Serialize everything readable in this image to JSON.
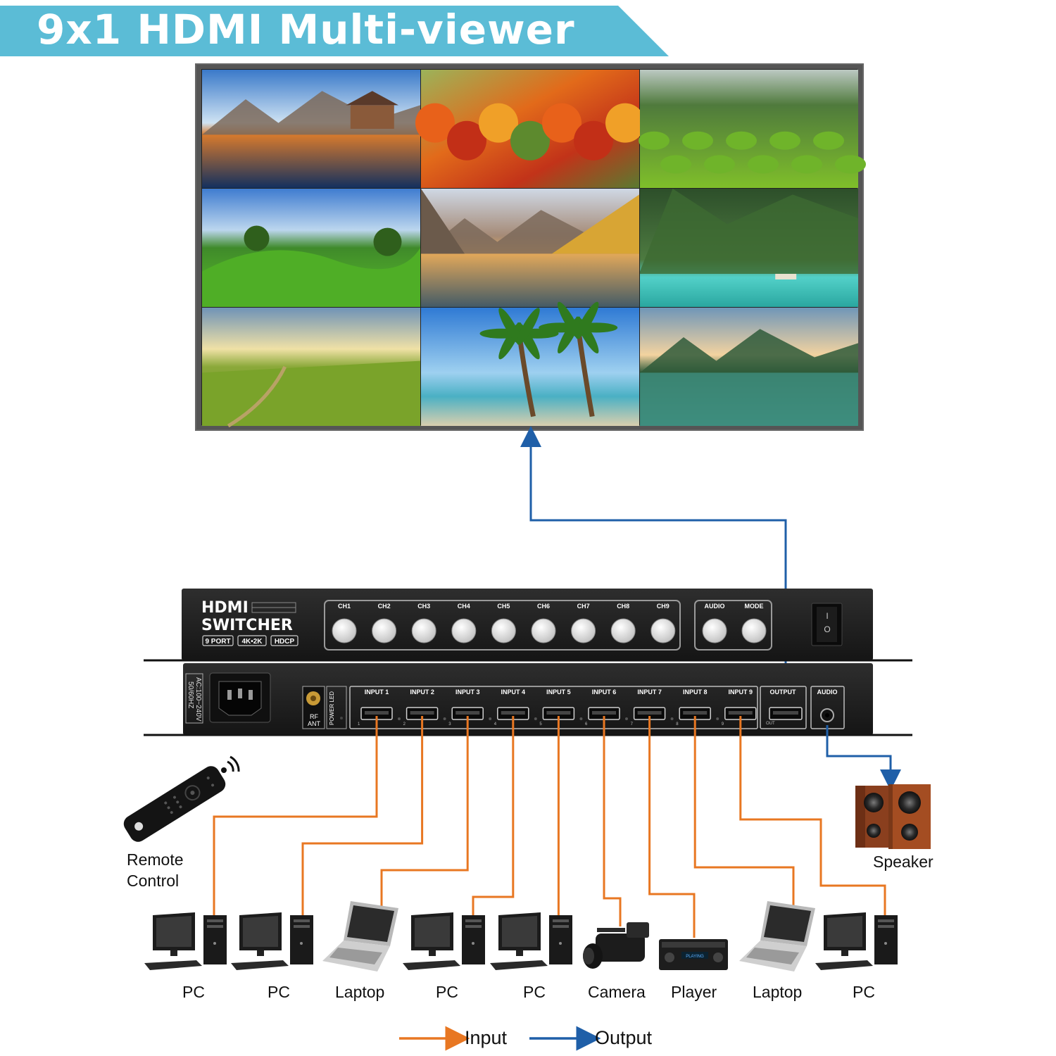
{
  "banner": {
    "title": "9x1 HDMI Multi-viewer",
    "color": "#5bbcd6"
  },
  "switcher": {
    "brand_line1": "HDMI",
    "brand_line2": "SWITCHER",
    "badges": [
      "9 PORT",
      "4K•2K",
      "HDCP"
    ],
    "front_buttons": [
      "CH1",
      "CH2",
      "CH3",
      "CH4",
      "CH5",
      "CH6",
      "CH7",
      "CH8",
      "CH9"
    ],
    "aux_buttons": [
      "AUDIO",
      "MODE"
    ],
    "power_symbols": [
      "I",
      "O"
    ],
    "ac_label_line1": "AC:100~240V",
    "ac_label_line2": "50/60HZ",
    "rf_label_line1": "RF",
    "rf_label_line2": "ANT",
    "power_led_label": "POWER LED",
    "inputs": [
      "INPUT 1",
      "INPUT 2",
      "INPUT 3",
      "INPUT 4",
      "INPUT 5",
      "INPUT 6",
      "INPUT 7",
      "INPUT 8",
      "INPUT 9"
    ],
    "input_numbers": [
      "1",
      "2",
      "3",
      "4",
      "5",
      "6",
      "7",
      "8",
      "9"
    ],
    "output_label": "OUTPUT",
    "output_small": "OUT",
    "audio_label": "AUDIO"
  },
  "devices": [
    {
      "label": "PC",
      "icon": "pc-icon"
    },
    {
      "label": "PC",
      "icon": "pc-icon"
    },
    {
      "label": "Laptop",
      "icon": "laptop-icon"
    },
    {
      "label": "PC",
      "icon": "pc-icon"
    },
    {
      "label": "PC",
      "icon": "pc-icon"
    },
    {
      "label": "Camera",
      "icon": "camera-icon"
    },
    {
      "label": "Player",
      "icon": "player-icon"
    },
    {
      "label": "Laptop",
      "icon": "laptop-icon"
    },
    {
      "label": "PC",
      "icon": "pc-icon"
    }
  ],
  "player_display": "PLAYING",
  "remote": {
    "label_line1": "Remote",
    "label_line2": "Control"
  },
  "speaker": {
    "label": "Speaker"
  },
  "legend": {
    "input": "Input",
    "output": "Output"
  },
  "colors": {
    "input_line": "#e87722",
    "output_line": "#1f5fa8",
    "device_body": "#1a1a1a",
    "switcher_body": "#232323"
  }
}
